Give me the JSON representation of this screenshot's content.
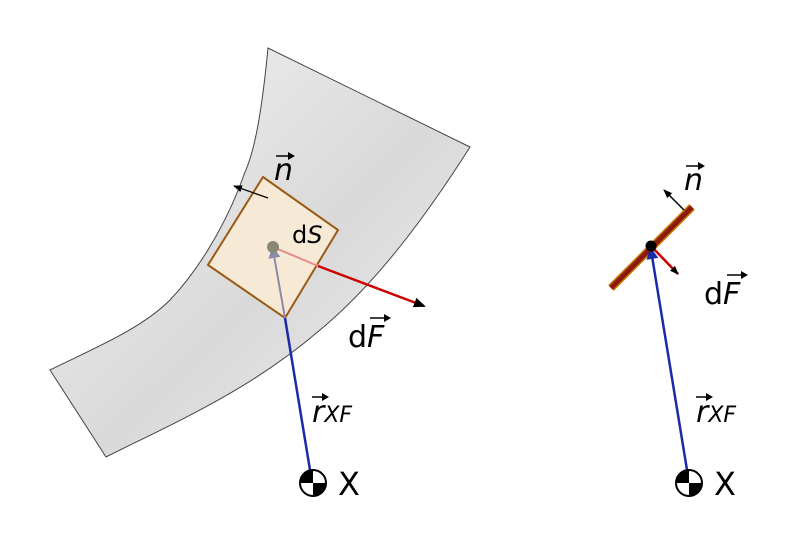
{
  "left_panel": {
    "normal_label": "n",
    "area_label_prefix": "d",
    "area_label_var": "S",
    "force_label_prefix": "d",
    "force_label_var": "F",
    "position_label_var": "r",
    "position_label_sub": "XF",
    "origin_label": "X"
  },
  "right_panel": {
    "normal_label": "n",
    "force_label_prefix": "d",
    "force_label_var": "F",
    "position_label_var": "r",
    "position_label_sub": "XF",
    "origin_label": "X"
  },
  "colors": {
    "surface_fill": "#e6e6e6",
    "patch_fill": "#f6ead6",
    "patch_stroke": "#9b5a14",
    "force": "#cc0000",
    "position_vector": "#1a2aa8",
    "plate_fill": "#8b1a0c",
    "plate_stroke": "#c87a00"
  }
}
